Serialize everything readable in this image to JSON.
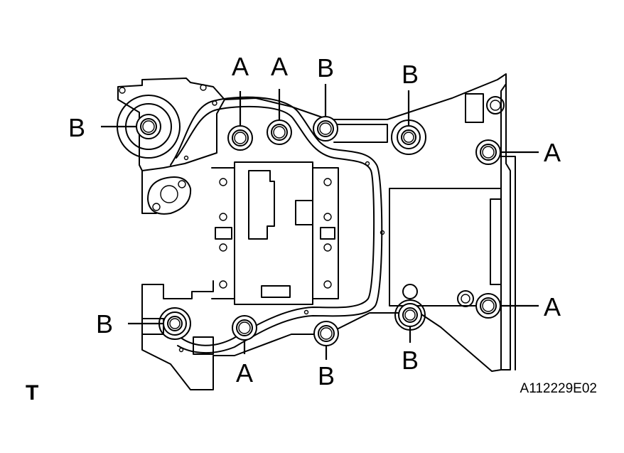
{
  "figure": {
    "corner_mark": "T",
    "figure_code": "A112229E02"
  },
  "labels": {
    "a": "A",
    "b": "B"
  },
  "bolts": [
    {
      "id": "bolt-top-a-1",
      "label": "A"
    },
    {
      "id": "bolt-top-a-2",
      "label": "A"
    },
    {
      "id": "bolt-top-b-1",
      "label": "B"
    },
    {
      "id": "bolt-top-b-2",
      "label": "B"
    },
    {
      "id": "bolt-left-b-upper",
      "label": "B"
    },
    {
      "id": "bolt-right-a-upper",
      "label": "A"
    },
    {
      "id": "bolt-right-a-lower",
      "label": "A"
    },
    {
      "id": "bolt-left-b-lower",
      "label": "B"
    },
    {
      "id": "bolt-bottom-a",
      "label": "A"
    },
    {
      "id": "bolt-bottom-b-1",
      "label": "B"
    },
    {
      "id": "bolt-bottom-b-2",
      "label": "B"
    }
  ]
}
